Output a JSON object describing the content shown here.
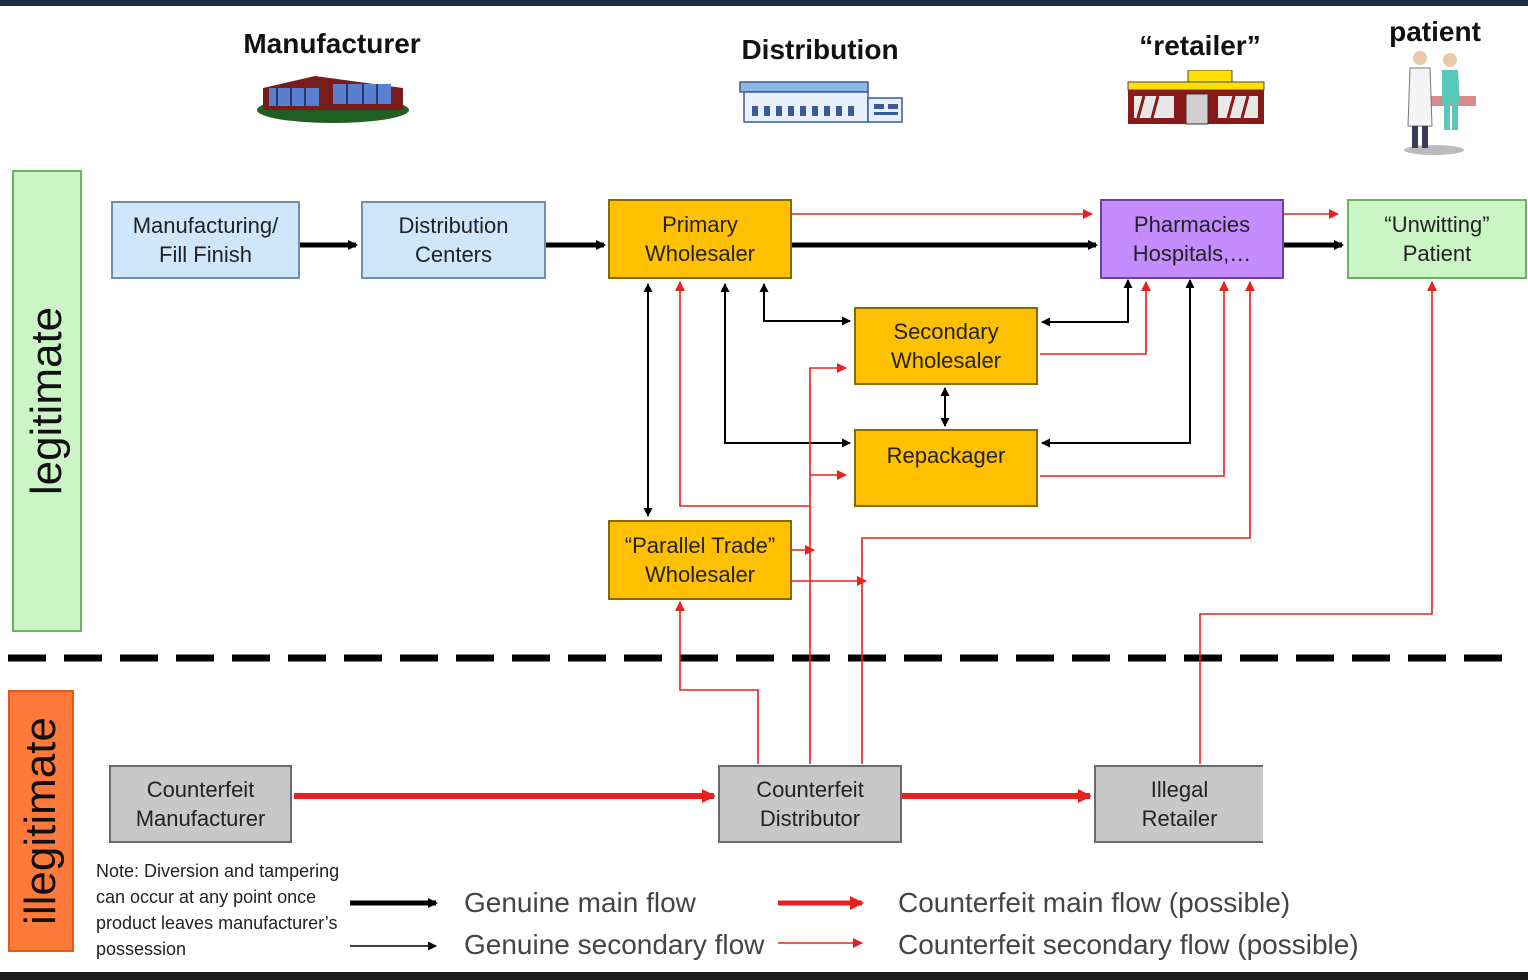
{
  "stages": {
    "manufacturer": "Manufacturer",
    "distribution": "Distribution",
    "retailer": "“retailer”",
    "patient": "patient"
  },
  "regions": {
    "legitimate": "legitimate",
    "illegitimate": "illegitimate"
  },
  "nodes": {
    "manufacturing": "Manufacturing/\nFill Finish",
    "distribution_centers": "Distribution\nCenters",
    "primary_wholesaler": "Primary\nWholesaler",
    "pharmacies": "Pharmacies\nHospitals,…",
    "unwitting_patient": "“Unwitting”\nPatient",
    "secondary_wholesaler": "Secondary\nWholesaler",
    "repackager": "Repackager",
    "parallel_trade": "“Parallel Trade”\nWholesaler",
    "counterfeit_manufacturer": "Counterfeit\nManufacturer",
    "counterfeit_distributor": "Counterfeit\nDistributor",
    "illegal_retailer": "Illegal\nRetailer"
  },
  "note": "Note: Diversion and tampering can occur at any point once product leaves manufacturer’s possession",
  "legend": {
    "genuine_main": "Genuine main flow",
    "genuine_secondary": "Genuine secondary flow",
    "counterfeit_main": "Counterfeit main flow (possible)",
    "counterfeit_secondary": "Counterfeit secondary flow (possible)"
  },
  "colors": {
    "legitimate_bg": "#ccf5c6",
    "illegitimate_bg": "#ff7a3a",
    "wholesaler_fill": "#ffc000",
    "distribution_fill": "#cfe6fb",
    "pharmacy_fill": "#c48cff",
    "counterfeit_fill": "#c8c8c8",
    "genuine_flow": "#000000",
    "counterfeit_flow": "#e82020"
  },
  "icons": {
    "manufacturer": "factory-icon",
    "distribution": "warehouse-icon",
    "retailer": "storefront-icon",
    "patient": "doctor-patient-icon"
  }
}
